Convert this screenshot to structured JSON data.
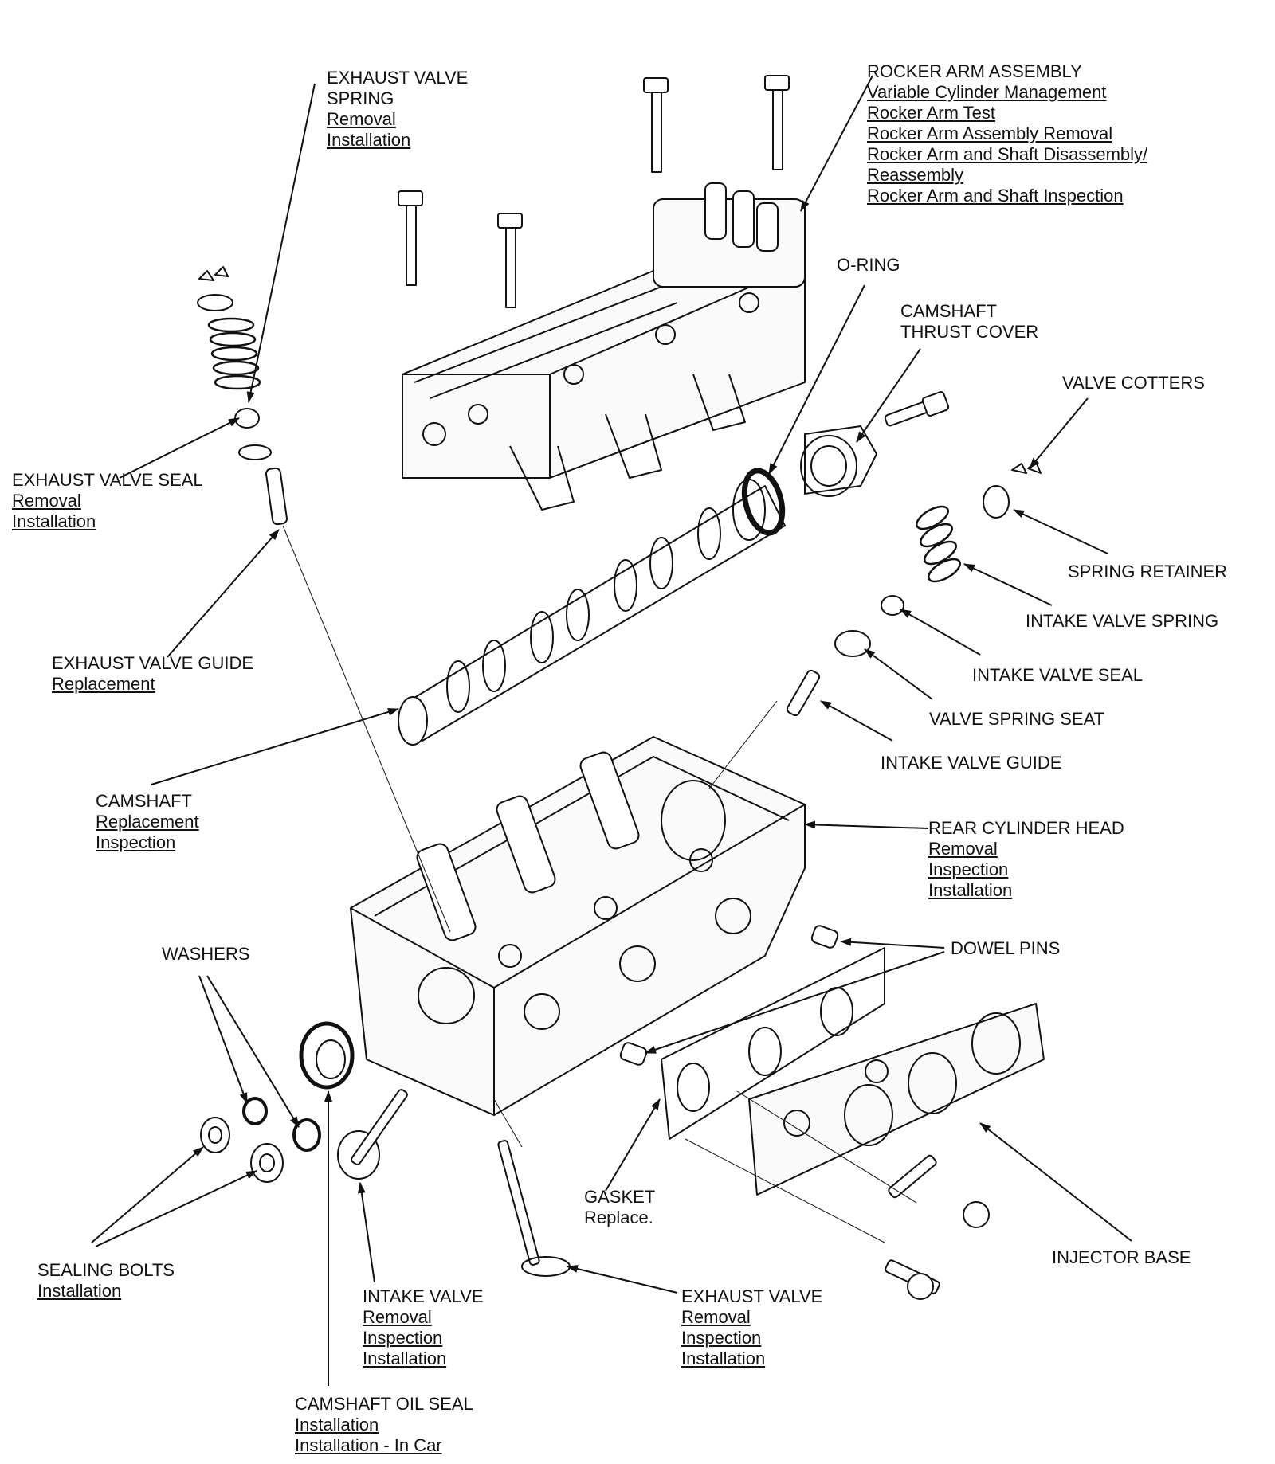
{
  "callouts": [
    {
      "id": "exhaust-valve-spring",
      "title": [
        "EXHAUST VALVE",
        "SPRING"
      ],
      "links": [
        "Removal",
        "Installation"
      ]
    },
    {
      "id": "rocker-arm-assembly",
      "title": [
        "ROCKER ARM ASSEMBLY"
      ],
      "links": [
        "Variable Cylinder Management",
        "Rocker Arm Test",
        "Rocker Arm Assembly Removal",
        "Rocker Arm and Shaft Disassembly/",
        "Reassembly",
        "Rocker Arm and Shaft Inspection"
      ]
    },
    {
      "id": "o-ring",
      "title": [
        "O-RING"
      ],
      "links": []
    },
    {
      "id": "camshaft-thrust-cover",
      "title": [
        "CAMSHAFT",
        "THRUST COVER"
      ],
      "links": []
    },
    {
      "id": "valve-cotters",
      "title": [
        "VALVE COTTERS"
      ],
      "links": []
    },
    {
      "id": "exhaust-valve-seal",
      "title": [
        "EXHAUST VALVE SEAL"
      ],
      "links": [
        "Removal",
        "Installation"
      ]
    },
    {
      "id": "spring-retainer",
      "title": [
        "SPRING RETAINER"
      ],
      "links": []
    },
    {
      "id": "intake-valve-spring",
      "title": [
        "INTAKE VALVE SPRING"
      ],
      "links": []
    },
    {
      "id": "intake-valve-seal",
      "title": [
        "INTAKE VALVE SEAL"
      ],
      "links": []
    },
    {
      "id": "exhaust-valve-guide",
      "title": [
        "EXHAUST VALVE GUIDE"
      ],
      "links": [
        "Replacement"
      ]
    },
    {
      "id": "valve-spring-seat",
      "title": [
        "VALVE SPRING SEAT"
      ],
      "links": []
    },
    {
      "id": "intake-valve-guide",
      "title": [
        "INTAKE VALVE GUIDE"
      ],
      "links": []
    },
    {
      "id": "camshaft",
      "title": [
        "CAMSHAFT"
      ],
      "links": [
        "Replacement",
        "Inspection"
      ]
    },
    {
      "id": "rear-cylinder-head",
      "title": [
        "REAR CYLINDER HEAD"
      ],
      "links": [
        "Removal",
        "Inspection",
        "Installation"
      ]
    },
    {
      "id": "washers",
      "title": [
        "WASHERS"
      ],
      "links": []
    },
    {
      "id": "dowel-pins",
      "title": [
        "DOWEL PINS"
      ],
      "links": []
    },
    {
      "id": "gasket",
      "title": [
        "GASKET",
        "Replace."
      ],
      "links": []
    },
    {
      "id": "injector-base",
      "title": [
        "INJECTOR BASE"
      ],
      "links": []
    },
    {
      "id": "sealing-bolts",
      "title": [
        "SEALING BOLTS"
      ],
      "links": [
        "Installation"
      ]
    },
    {
      "id": "intake-valve",
      "title": [
        "INTAKE VALVE"
      ],
      "links": [
        "Removal",
        "Inspection",
        "Installation"
      ]
    },
    {
      "id": "exhaust-valve",
      "title": [
        "EXHAUST VALVE"
      ],
      "links": [
        "Removal",
        "Inspection",
        "Installation"
      ]
    },
    {
      "id": "camshaft-oil-seal",
      "title": [
        "CAMSHAFT OIL SEAL"
      ],
      "links": [
        "Installation",
        "Installation - In Car"
      ]
    }
  ]
}
